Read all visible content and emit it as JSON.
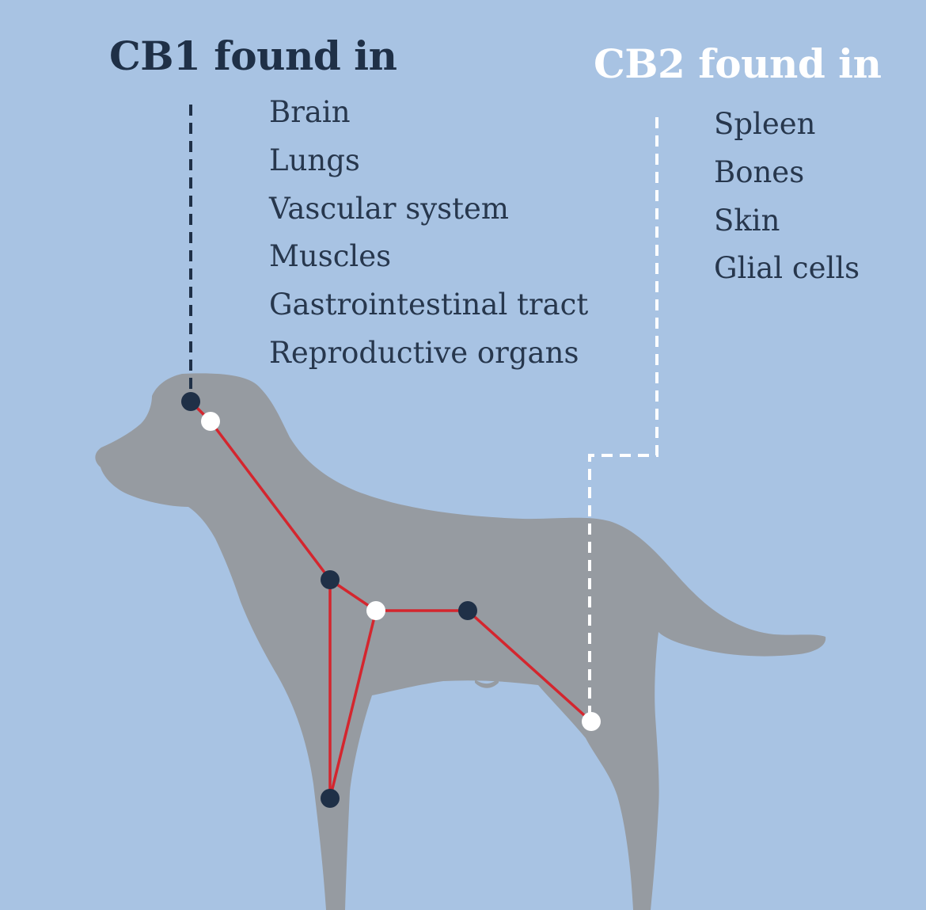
{
  "colors": {
    "background": "#a8c3e3",
    "dog_silhouette": "#969ba1",
    "cb1_receptor": "#1f3047",
    "cb2_receptor": "#ffffff",
    "network_line": "#d4262e",
    "list_text": "#27374d"
  },
  "cb1": {
    "heading": "CB1 found in",
    "organs": [
      "Brain",
      "Lungs",
      "Vascular system",
      "Muscles",
      "Gastrointestinal tract",
      "Reproductive organs"
    ]
  },
  "cb2": {
    "heading": "CB2 found in",
    "organs": [
      "Spleen",
      "Bones",
      "Skin",
      "Glial cells"
    ]
  }
}
